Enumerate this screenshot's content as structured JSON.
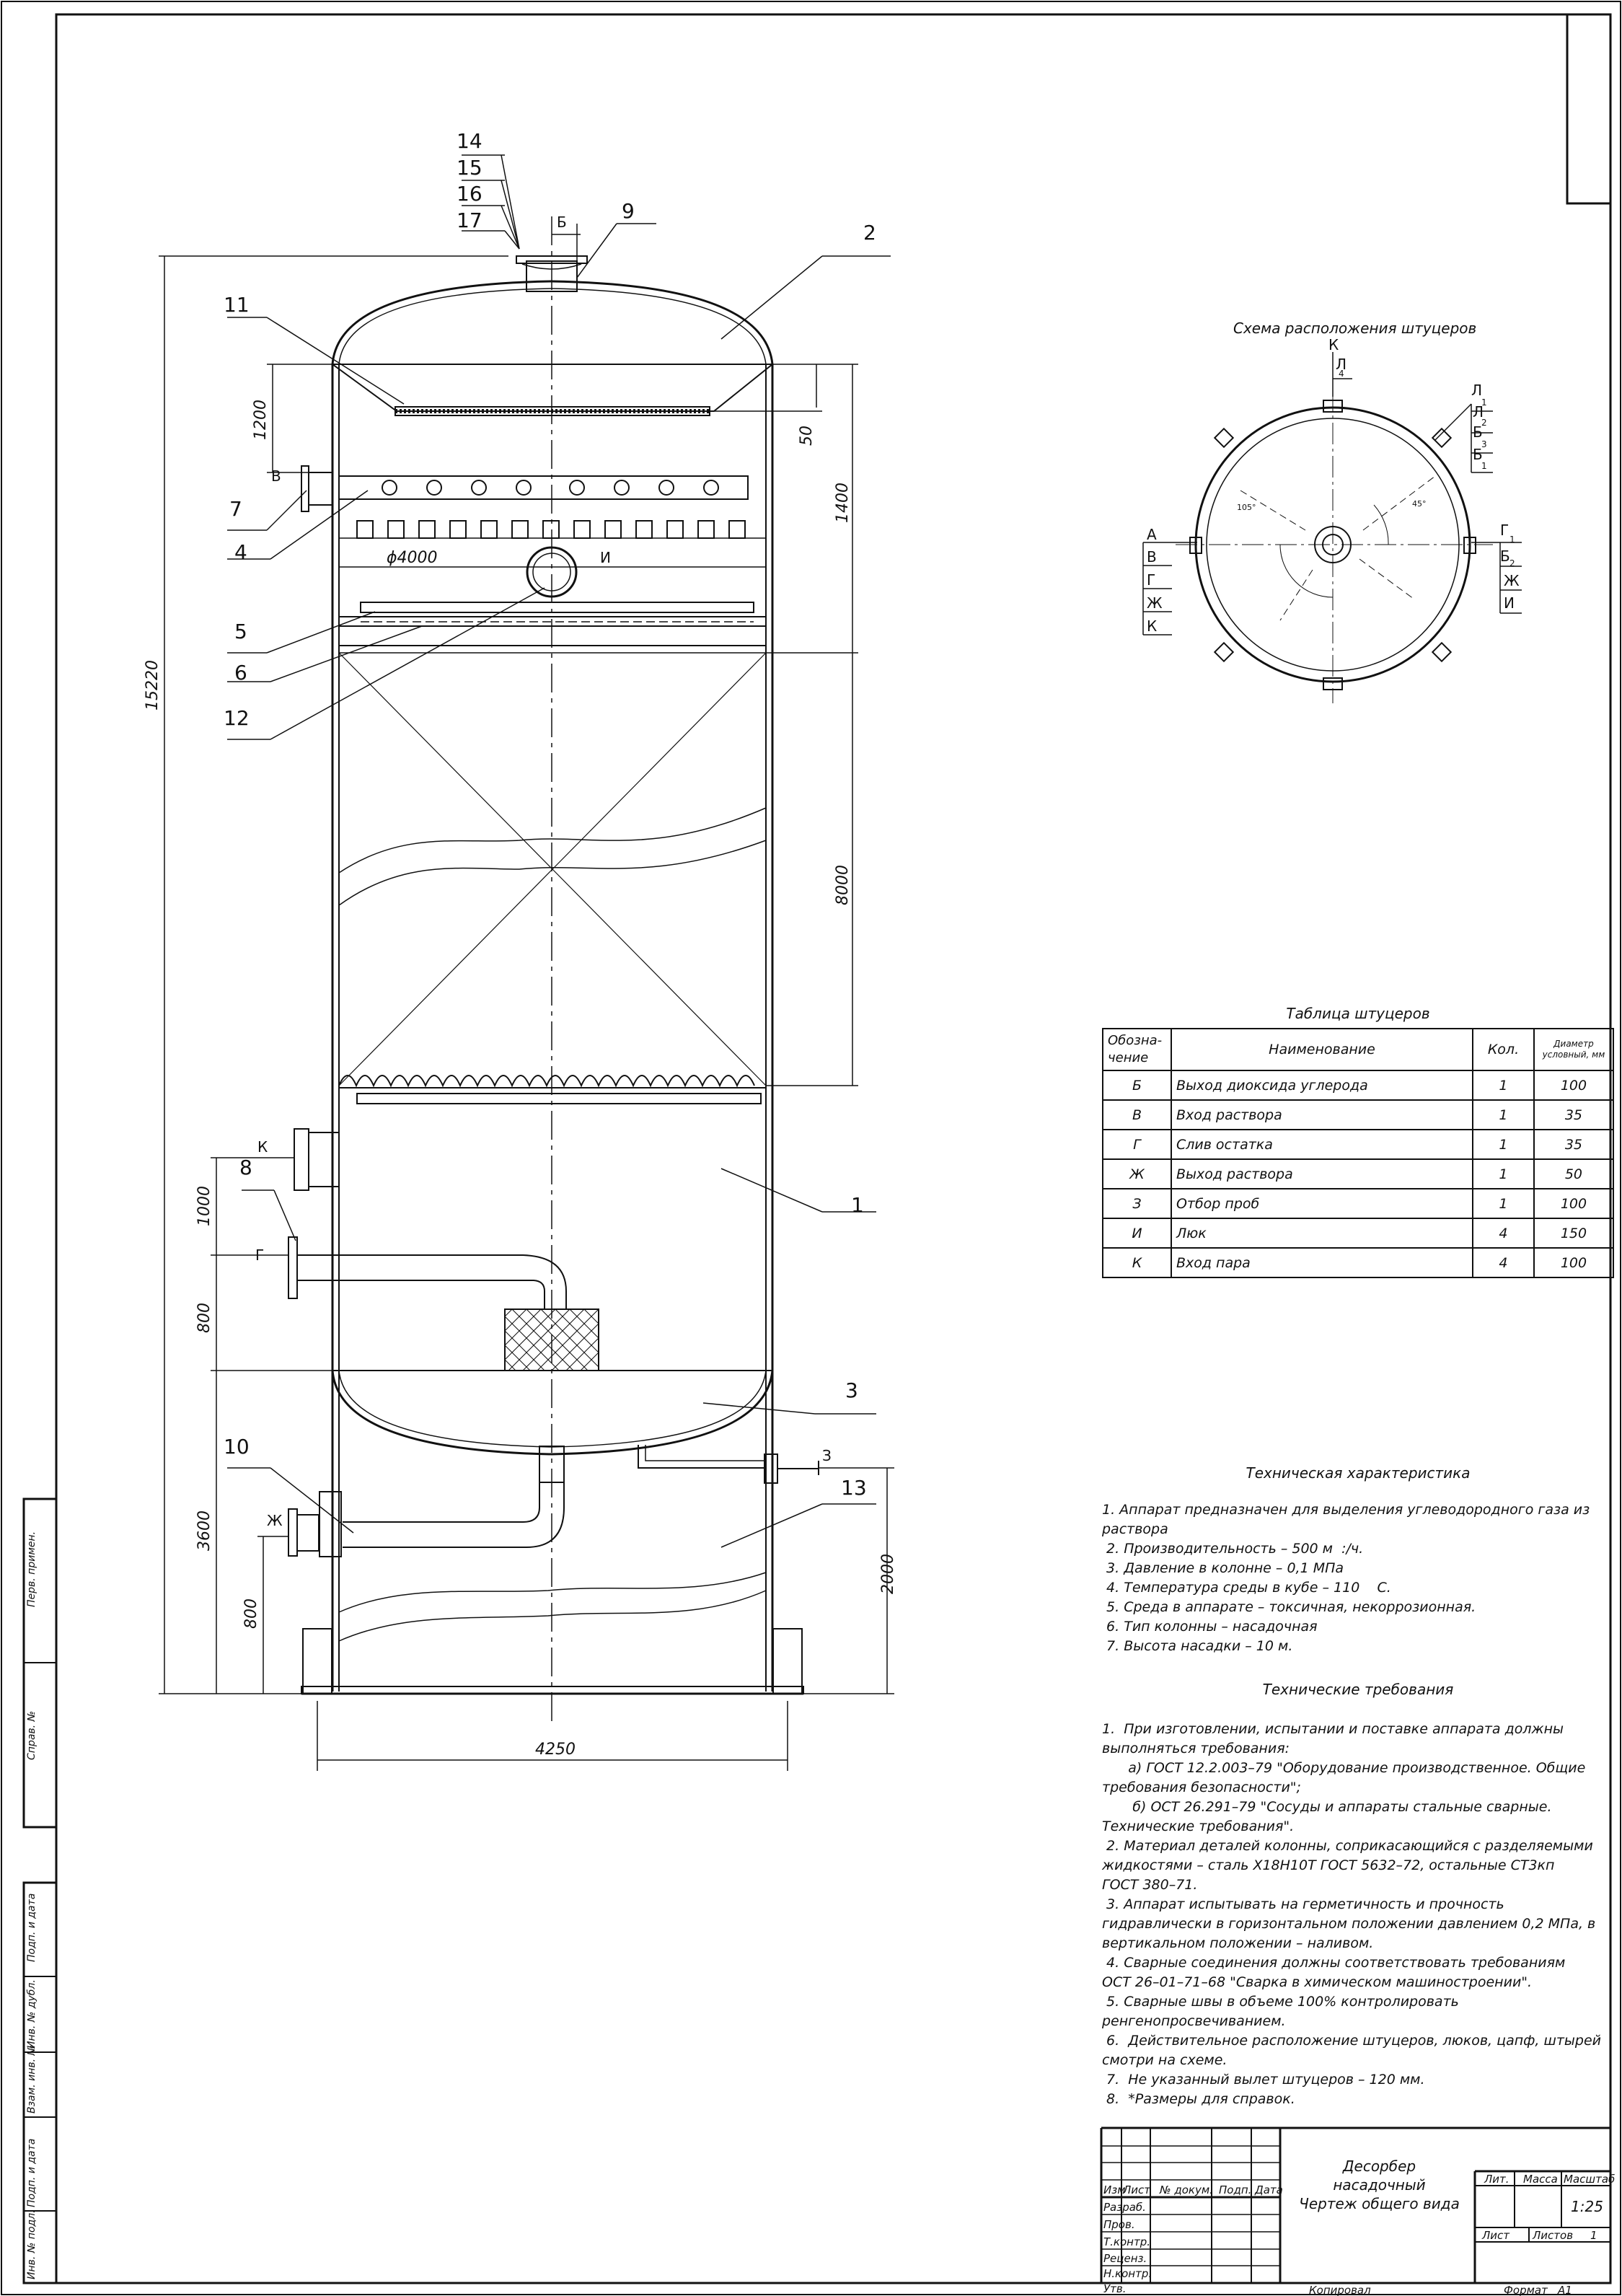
{
  "drawing": {
    "positions": [
      {
        "n": "14"
      },
      {
        "n": "15"
      },
      {
        "n": "16"
      },
      {
        "n": "17"
      },
      {
        "n": "9"
      },
      {
        "n": "2"
      },
      {
        "n": "11"
      },
      {
        "n": "7"
      },
      {
        "n": "4"
      },
      {
        "n": "5"
      },
      {
        "n": "6"
      },
      {
        "n": "12"
      },
      {
        "n": "8"
      },
      {
        "n": "1"
      },
      {
        "n": "3"
      },
      {
        "n": "10"
      },
      {
        "n": "13"
      }
    ],
    "letters": {
      "b": "Б",
      "v": "В",
      "i": "И",
      "k": "К",
      "g": "Г",
      "zh": "Ж",
      "z": "З"
    },
    "dims": {
      "d15220": "15220",
      "d1200": "1200",
      "d50": "50",
      "d1400": "1400",
      "d4000": "ϕ4000",
      "d8000": "8000",
      "d1000": "1000",
      "d800a": "800",
      "d3600": "3600",
      "d800b": "800",
      "d2000": "2000",
      "d4250": "4250"
    }
  },
  "scheme": {
    "title": "Схема расположения штуцеров",
    "left_labels": [
      "А",
      "В",
      "Г",
      "Ж",
      "К"
    ],
    "right_labels": [
      "Г",
      "Б",
      "Ж",
      "И"
    ],
    "right_subs": [
      "1",
      "2"
    ],
    "top_label": "К",
    "top_right": [
      "Л",
      "Л",
      "Л",
      "Б"
    ],
    "top_right_subs": [
      "4",
      "1",
      "2",
      "3",
      "1"
    ],
    "angle1": "105°",
    "angle2": "45°"
  },
  "nozzle_table": {
    "title": "Таблица штуцеров",
    "headers": [
      "Обозна-\nчение",
      "Наименование",
      "Кол.",
      "Диаметр\nусловный, мм"
    ],
    "rows": [
      [
        "Б",
        "Выход диоксида углерода",
        "1",
        "100"
      ],
      [
        "В",
        "Вход раствора",
        "1",
        "35"
      ],
      [
        "Г",
        "Слив остатка",
        "1",
        "35"
      ],
      [
        "Ж",
        "Выход раствора",
        "1",
        "50"
      ],
      [
        "З",
        "Отбор проб",
        "1",
        "100"
      ],
      [
        "И",
        "Люк",
        "4",
        "150"
      ],
      [
        "К",
        "Вход пара",
        "4",
        "100"
      ]
    ]
  },
  "tech_char": {
    "title": "Техническая характеристика",
    "text": "1. Аппарат предназначен для выделения углеводородного газа из\nраствора\n 2. Производительность – 500 м  :/ч.\n 3. Давление в колонне – 0,1 МПа\n 4. Температура среды в кубе – 110    С.\n 5. Среда в аппарате – токсичная, некоррозионная.\n 6. Тип колонны – насадочная\n 7. Высота насадки – 10 м."
  },
  "tech_req": {
    "title": "Технические требования",
    "text": "1.  При изготовлении, испытании и поставке аппарата должны\nвыполняться требования:\n      а) ГОСТ 12.2.003–79 \"Оборудование производственное. Общие\nтребования безопасности\";\n       б) ОСТ 26.291–79 \"Сосуды и аппараты стальные сварные.\nТехнические требования\".\n 2. Материал деталей колонны, соприкасающийся с разделяемыми\nжидкостями – сталь Х18Н10Т ГОСТ 5632–72, остальные СТ3кп\nГОСТ 380–71.\n 3. Аппарат испытывать на герметичность и прочность\nгидравлически в горизонтальном положении давлением 0,2 МПа, в\nвертикальном положении – наливом.\n 4. Сварные соединения должны соответствовать требованиям\nОСТ 26–01–71–68 \"Сварка в химическом машиностроении\".\n 5. Сварные швы в объеме 100% контролировать\nренгенопросвечиванием.\n 6.  Действительное расположение штуцеров, люков, цапф, штырей\nсмотри на схеме.\n 7.  Не указанный вылет штуцеров – 120 мм.\n 8.  *Размеры для справок."
  },
  "title_block": {
    "name": "Десорбер\nнасадочный\nЧертеж общего вида",
    "col_izm": "Изм",
    "col_list": "Лист",
    "col_doc": "№ докум.",
    "col_podp": "Подп.",
    "col_data": "Дата",
    "rows": [
      "Разраб.",
      "Пров.",
      "Т.контр.",
      "Реценз.",
      "Н.контр.",
      "Утв."
    ],
    "lit": "Лит.",
    "massa": "Масса",
    "masshtab": "Масштаб",
    "scale": "1:25",
    "list": "Лист",
    "listov": "Листов",
    "listov_n": "1",
    "kopiroval": "Копировал",
    "format": "Формат",
    "format_v": "А1"
  },
  "side_stamp": [
    "Перв. примен.",
    "Справ. №",
    "Подп. и дата",
    "Инв. № дубл.",
    "Взам. инв. №",
    "Подп. и дата",
    "Инв. № подл."
  ]
}
